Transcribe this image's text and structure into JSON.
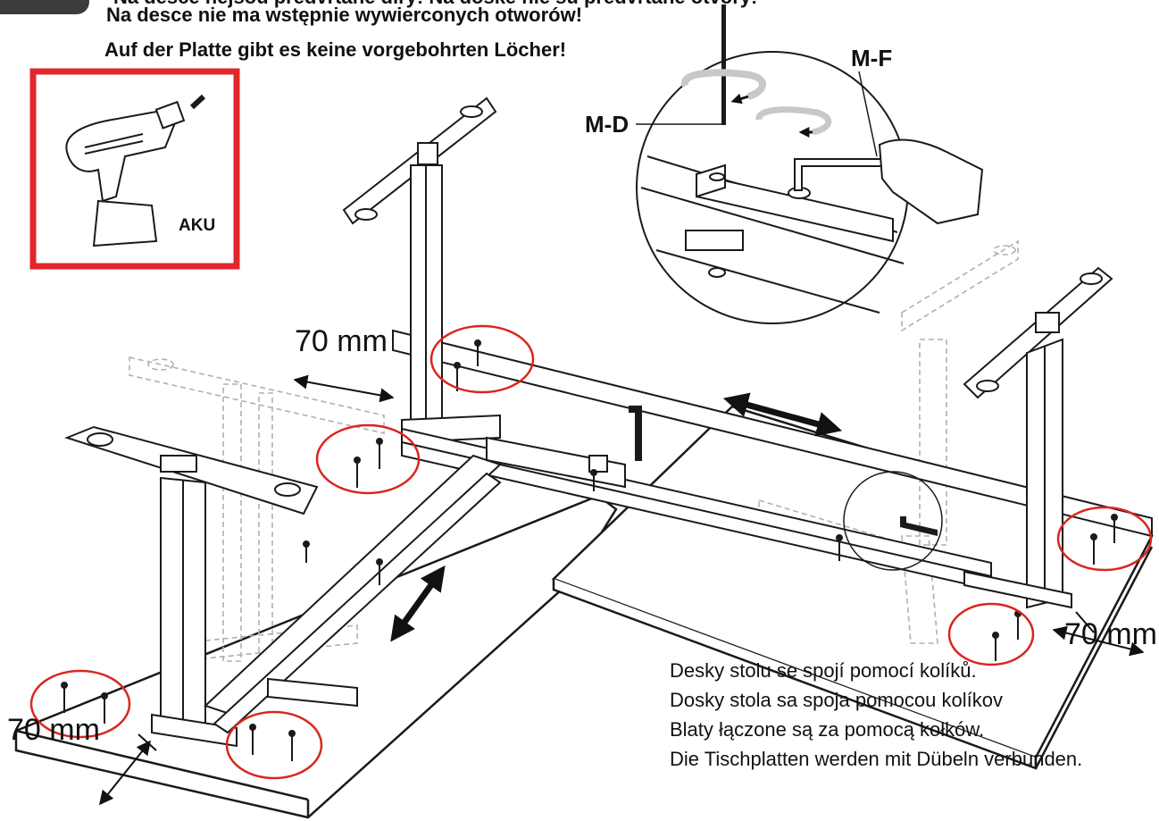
{
  "header": {
    "warning_cut": "Na desce nejsou předvrtané díry! Na doske nie sú predvŕtané otvory!",
    "warning_pl": "Na desce nie ma wstępnie wywierconych otworów!",
    "warning_de": "Auf der Platte gibt es keine vorgebohrten Löcher!"
  },
  "tool": {
    "label": "AKU",
    "icon": "cordless-drill-icon",
    "frame_color": "#e2262b"
  },
  "parts": {
    "md": "M-D",
    "mf": "M-F"
  },
  "dimensions": {
    "left": "70 mm",
    "right": "70 mm",
    "bottom": "70 mm"
  },
  "notes": [
    "Desky stolu se spojí pomocí kolíků.",
    "Dosky stola sa spoja pomocou kolíkov",
    "Blaty łączone są za pomocą kołków.",
    "Die Tischplatten werden mit Dübeln verbunden."
  ],
  "colors": {
    "highlight": "#d9261c",
    "line": "#1a1a1a",
    "ghost": "#b0b0b0"
  }
}
